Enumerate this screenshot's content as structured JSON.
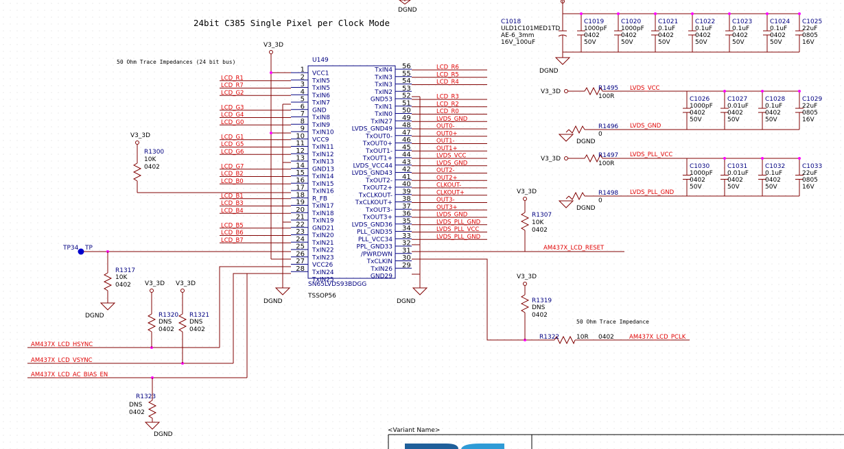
{
  "title": "24bit C385 Single Pixel per Clock Mode",
  "trace_note_bus": "50 Ohm Trace Impedances (24 bit bus)",
  "trace_note_single": "50 Ohm Trace Impedance",
  "variant_name": "<Variant Name>",
  "ic": {
    "refdes": "U149",
    "part": "SN65LVDS93BDGG",
    "package": "TSSOP56",
    "left_pins": [
      {
        "num": "1",
        "name": "VCC1",
        "net": ""
      },
      {
        "num": "2",
        "name": "TxIN5",
        "net": "LCD_R1"
      },
      {
        "num": "3",
        "name": "TxIN5",
        "net": "LCD_R7"
      },
      {
        "num": "4",
        "name": "TxIN6",
        "net": "LCD_G2"
      },
      {
        "num": "5",
        "name": "TxIN7",
        "net": ""
      },
      {
        "num": "6",
        "name": "GND",
        "net": "LCD_G3"
      },
      {
        "num": "7",
        "name": "TxIN8",
        "net": "LCD_G4"
      },
      {
        "num": "8",
        "name": "TxIN9",
        "net": "LCD_G0"
      },
      {
        "num": "9",
        "name": "TxIN10",
        "net": ""
      },
      {
        "num": "10",
        "name": "VCC9",
        "net": "LCD_G1"
      },
      {
        "num": "11",
        "name": "TxIN11",
        "net": "LCD_G5"
      },
      {
        "num": "12",
        "name": "TxIN12",
        "net": "LCD_G6"
      },
      {
        "num": "13",
        "name": "TxIN13",
        "net": ""
      },
      {
        "num": "14",
        "name": "GND13",
        "net": "LCD_G7"
      },
      {
        "num": "15",
        "name": "TxIN14",
        "net": "LCD_B2"
      },
      {
        "num": "16",
        "name": "TxIN15",
        "net": "LCD_B0"
      },
      {
        "num": "17",
        "name": "TxIN16",
        "net": ""
      },
      {
        "num": "18",
        "name": "R_FB",
        "net": "LCD_B1"
      },
      {
        "num": "19",
        "name": "TxIN17",
        "net": "LCD_B3"
      },
      {
        "num": "20",
        "name": "TxIN18",
        "net": "LCD_B4"
      },
      {
        "num": "21",
        "name": "TxIN19",
        "net": ""
      },
      {
        "num": "22",
        "name": "GND21",
        "net": "LCD_B5"
      },
      {
        "num": "23",
        "name": "TxIN20",
        "net": "LCD_B6"
      },
      {
        "num": "24",
        "name": "TxIN21",
        "net": "LCD_B7"
      },
      {
        "num": "25",
        "name": "TxIN22",
        "net": ""
      },
      {
        "num": "26",
        "name": "TxIN23",
        "net": ""
      },
      {
        "num": "27",
        "name": "VCC26",
        "net": ""
      },
      {
        "num": "28",
        "name": "TxIN24",
        "net": ""
      },
      {
        "num": "",
        "name": "TxIN25",
        "net": ""
      }
    ],
    "right_pins": [
      {
        "num": "56",
        "name": "TxIN4",
        "net": "LCD_R6"
      },
      {
        "num": "55",
        "name": "TxIN3",
        "net": "LCD_R5"
      },
      {
        "num": "54",
        "name": "TxIN3",
        "net": "LCD_R4"
      },
      {
        "num": "53",
        "name": "TxIN2",
        "net": ""
      },
      {
        "num": "52",
        "name": "GND53",
        "net": "LCD_R3"
      },
      {
        "num": "51",
        "name": "TxIN1",
        "net": "LCD_R2"
      },
      {
        "num": "50",
        "name": "TxIN0",
        "net": "LCD_R0"
      },
      {
        "num": "49",
        "name": "TxIN27",
        "net": "LVDS_GND"
      },
      {
        "num": "48",
        "name": "LVDS_GND49",
        "net": "OUT0-"
      },
      {
        "num": "47",
        "name": "TxOUT0-",
        "net": "OUT0+"
      },
      {
        "num": "46",
        "name": "TxOUT0+",
        "net": "OUT1-"
      },
      {
        "num": "45",
        "name": "TxOUT1-",
        "net": "OUT1+"
      },
      {
        "num": "44",
        "name": "TxOUT1+",
        "net": "LVDS_VCC"
      },
      {
        "num": "43",
        "name": "LVDS_VCC44",
        "net": "LVDS_GND"
      },
      {
        "num": "42",
        "name": "LVDS_GND43",
        "net": "OUT2-"
      },
      {
        "num": "41",
        "name": "TxOUT2-",
        "net": "OUT2+"
      },
      {
        "num": "40",
        "name": "TxOUT2+",
        "net": "CLKOUT-"
      },
      {
        "num": "39",
        "name": "TxCLKOUT-",
        "net": "CLKOUT+"
      },
      {
        "num": "38",
        "name": "TxCLKOUT+",
        "net": "OUT3-"
      },
      {
        "num": "37",
        "name": "TxOUT3-",
        "net": "OUT3+"
      },
      {
        "num": "36",
        "name": "TxOUT3+",
        "net": "LVDS_GND"
      },
      {
        "num": "35",
        "name": "LVDS_GND36",
        "net": "LVDS_PLL_GND"
      },
      {
        "num": "34",
        "name": "PLL_GND35",
        "net": "LVDS_PLL_VCC"
      },
      {
        "num": "33",
        "name": "PLL_VCC34",
        "net": "LVDS_PLL_GND"
      },
      {
        "num": "32",
        "name": "PPL_GND33",
        "net": ""
      },
      {
        "num": "31",
        "name": "/PWRDWN",
        "net": ""
      },
      {
        "num": "30",
        "name": "TxCLKIN",
        "net": ""
      },
      {
        "num": "29",
        "name": "TxIN26",
        "net": ""
      },
      {
        "num": "",
        "name": "GND29",
        "net": ""
      }
    ]
  },
  "power_labels": {
    "v33": "V3_3D",
    "dgnd": "DGND"
  },
  "resistors": {
    "r1300": {
      "ref": "R1300",
      "val": "10K",
      "pkg": "0402"
    },
    "r1317": {
      "ref": "R1317",
      "val": "10K",
      "pkg": "0402"
    },
    "r1320": {
      "ref": "R1320",
      "val": "DNS",
      "pkg": "0402"
    },
    "r1321": {
      "ref": "R1321",
      "val": "DNS",
      "pkg": "0402"
    },
    "r1323": {
      "ref": "R1323",
      "val": "DNS",
      "pkg": "0402"
    },
    "r1307": {
      "ref": "R1307",
      "val": "10K",
      "pkg": "0402"
    },
    "r1319": {
      "ref": "R1319",
      "val": "DNS",
      "pkg": "0402"
    },
    "r1322": {
      "ref": "R1322",
      "val": "10R",
      "pkg": "0402"
    },
    "r1495": {
      "ref": "R1495",
      "val": "100R"
    },
    "r1496": {
      "ref": "R1496",
      "val": "0"
    },
    "r1497": {
      "ref": "R1497",
      "val": "100R"
    },
    "r1498": {
      "ref": "R1498",
      "val": "0"
    }
  },
  "testpoint": {
    "ref": "TP34",
    "label": "TP"
  },
  "nets": {
    "hsync": "AM437X_LCD_HSYNC",
    "vsync": "AM437X_LCD_VSYNC",
    "bias": "AM437X_LCD_AC_BIAS_EN",
    "reset": "AM437X_LCD_RESET",
    "pclk": "AM437X_LCD_PCLK",
    "lvds_vcc": "LVDS_VCC",
    "lvds_gnd": "LVDS_GND",
    "lvds_pll_vcc": "LVDS_PLL_VCC",
    "lvds_pll_gnd": "LVDS_PLL_GND"
  },
  "caps_row1": [
    {
      "ref": "C1018",
      "val": "ULD1C101MED1TD",
      "pkg": "AE-6_3mm",
      "rating": "16V_100uF"
    },
    {
      "ref": "C1019",
      "val": "1000pF",
      "pkg": "0402",
      "rating": "50V"
    },
    {
      "ref": "C1020",
      "val": "1000pF",
      "pkg": "0402",
      "rating": "50V"
    },
    {
      "ref": "C1021",
      "val": "0.1uF",
      "pkg": "0402",
      "rating": "50V"
    },
    {
      "ref": "C1022",
      "val": "0.1uF",
      "pkg": "0402",
      "rating": "50V"
    },
    {
      "ref": "C1023",
      "val": "0.1uF",
      "pkg": "0402",
      "rating": "50V"
    },
    {
      "ref": "C1024",
      "val": "0.1uF",
      "pkg": "0402",
      "rating": "50V"
    },
    {
      "ref": "C1025",
      "val": "22uF",
      "pkg": "0805",
      "rating": "16V"
    }
  ],
  "caps_row2": [
    {
      "ref": "C1026",
      "val": "1000pF",
      "pkg": "0402",
      "rating": "50V"
    },
    {
      "ref": "C1027",
      "val": "0.01uF",
      "pkg": "0402",
      "rating": "50V"
    },
    {
      "ref": "C1028",
      "val": "0.1uF",
      "pkg": "0402",
      "rating": "50V"
    },
    {
      "ref": "C1029",
      "val": "22uF",
      "pkg": "0805",
      "rating": "16V"
    }
  ],
  "caps_row3": [
    {
      "ref": "C1030",
      "val": "1000pF",
      "pkg": "0402",
      "rating": "50V"
    },
    {
      "ref": "C1031",
      "val": "0.01uF",
      "pkg": "0402",
      "rating": "50V"
    },
    {
      "ref": "C1032",
      "val": "0.1uF",
      "pkg": "0402",
      "rating": "50V"
    },
    {
      "ref": "C1033",
      "val": "22uF",
      "pkg": "0805",
      "rating": "16V"
    }
  ]
}
